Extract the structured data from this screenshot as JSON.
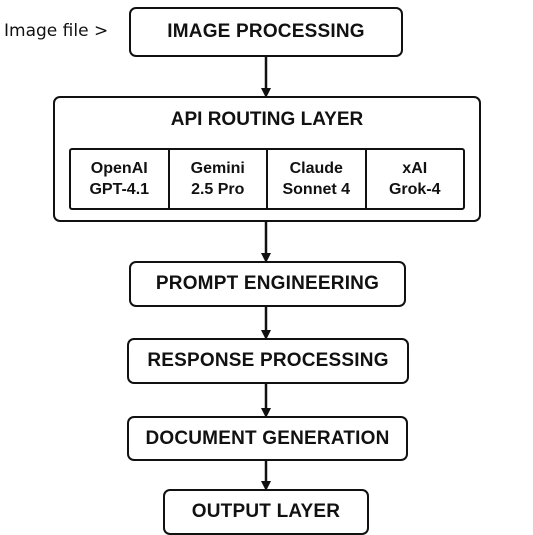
{
  "input_label": "Image file >",
  "stages": {
    "image_processing": "IMAGE PROCESSING",
    "api_routing": "API ROUTING LAYER",
    "prompt_engineering": "PROMPT ENGINEERING",
    "response_processing": "RESPONSE PROCESSING",
    "document_generation": "DOCUMENT GENERATION",
    "output_layer": "OUTPUT LAYER"
  },
  "models": [
    {
      "provider": "OpenAI",
      "model": "GPT-4.1"
    },
    {
      "provider": "Gemini",
      "model": "2.5 Pro"
    },
    {
      "provider": "Claude",
      "model": "Sonnet 4"
    },
    {
      "provider": "xAI",
      "model": "Grok-4"
    }
  ],
  "colors": {
    "stroke": "#111111",
    "background": "#ffffff"
  }
}
